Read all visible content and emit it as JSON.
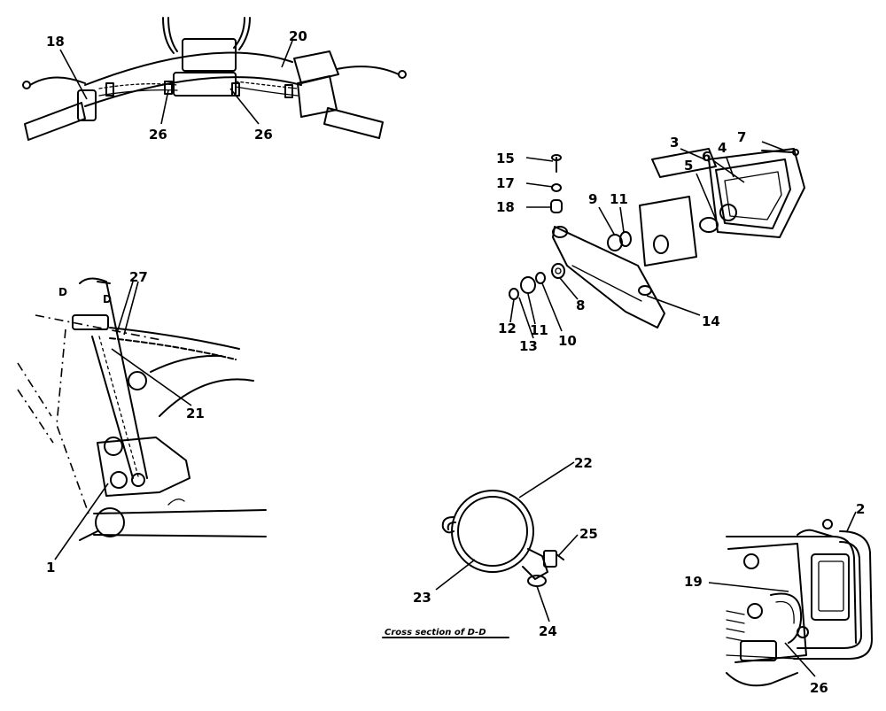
{
  "diagram": {
    "callouts": [
      {
        "id": "c1",
        "text": "1"
      },
      {
        "id": "c2",
        "text": "2"
      },
      {
        "id": "c3",
        "text": "3"
      },
      {
        "id": "c4",
        "text": "4"
      },
      {
        "id": "c5",
        "text": "5"
      },
      {
        "id": "c6",
        "text": "6"
      },
      {
        "id": "c7",
        "text": "7"
      },
      {
        "id": "c8",
        "text": "8"
      },
      {
        "id": "c9",
        "text": "9"
      },
      {
        "id": "c10",
        "text": "10"
      },
      {
        "id": "c11a",
        "text": "11"
      },
      {
        "id": "c11b",
        "text": "11"
      },
      {
        "id": "c12",
        "text": "12"
      },
      {
        "id": "c13",
        "text": "13"
      },
      {
        "id": "c14",
        "text": "14"
      },
      {
        "id": "c15",
        "text": "15"
      },
      {
        "id": "c17",
        "text": "17"
      },
      {
        "id": "c18a",
        "text": "18"
      },
      {
        "id": "c18b",
        "text": "18"
      },
      {
        "id": "c19",
        "text": "19"
      },
      {
        "id": "c20",
        "text": "20"
      },
      {
        "id": "c21",
        "text": "21"
      },
      {
        "id": "c22",
        "text": "22"
      },
      {
        "id": "c23",
        "text": "23"
      },
      {
        "id": "c24",
        "text": "24"
      },
      {
        "id": "c25",
        "text": "25"
      },
      {
        "id": "c26a",
        "text": "26"
      },
      {
        "id": "c26b",
        "text": "26"
      },
      {
        "id": "c26c",
        "text": "26"
      },
      {
        "id": "c27",
        "text": "27"
      }
    ],
    "section_marks": [
      {
        "id": "d1",
        "text": "D"
      },
      {
        "id": "d2",
        "text": "D"
      }
    ],
    "caption": "Cross section of D-D"
  }
}
